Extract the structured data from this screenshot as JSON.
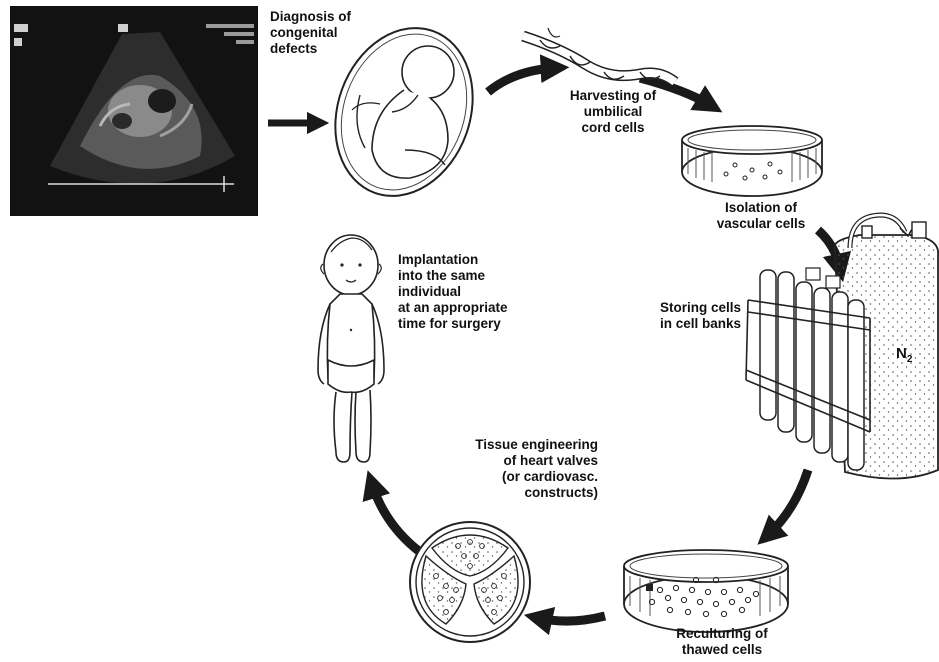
{
  "steps": {
    "diagnosis": "Diagnosis of\ncongenital\ndefects",
    "harvesting": "Harvesting of\numbilical\ncord cells",
    "isolation": "Isolation of\nvascular cells",
    "storing": "Storing cells\nin cell banks",
    "reculturing": "Reculturing of\nthawed cells",
    "tissue_engineering": "Tissue engineering\nof heart valves\n(or cardiovasc.\nconstructs)",
    "implantation": "Implantation\ninto the same\nindividual\nat an appropriate\ntime for surgery"
  },
  "tank_label_main": "N",
  "tank_label_sub": "2",
  "icons": [
    "ultrasound-image",
    "fetus-in-womb-icon",
    "umbilical-cord-icon",
    "culture-dish-icon",
    "test-tube-rack-icon",
    "nitrogen-tank-icon",
    "heart-valve-icon",
    "child-icon"
  ]
}
